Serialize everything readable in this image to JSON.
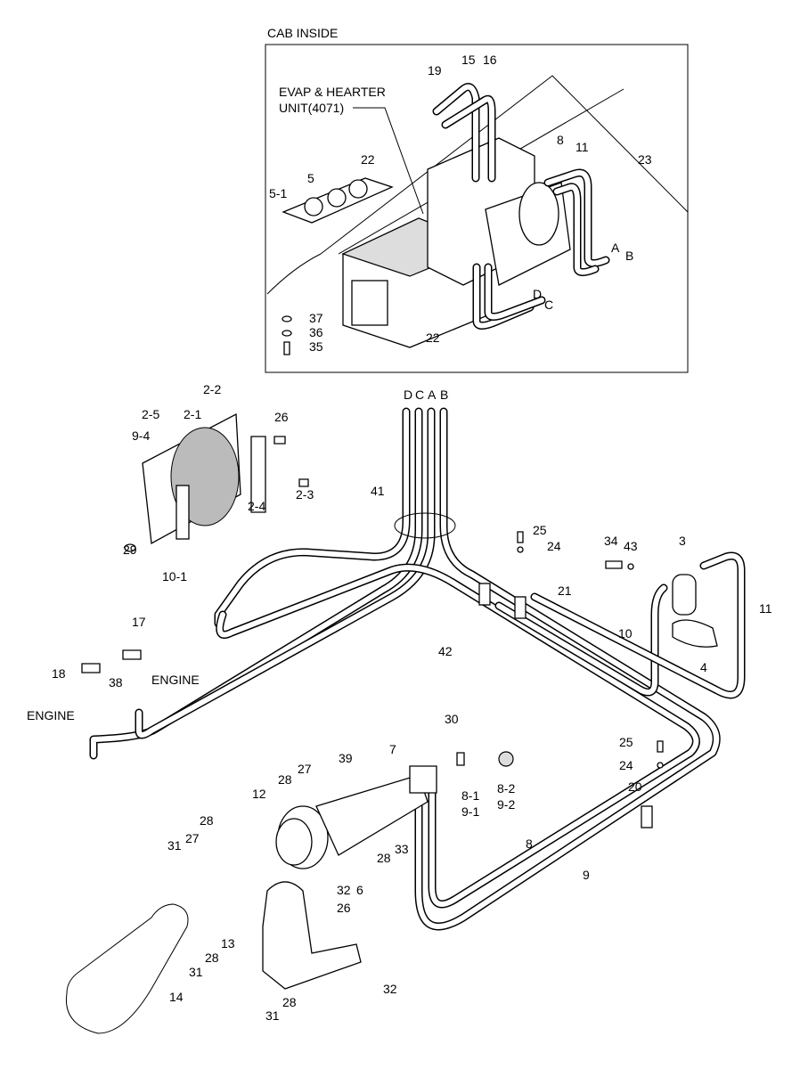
{
  "title": "CAB INSIDE",
  "evap_unit": {
    "line1": "EVAP & HEARTER",
    "line2": "UNIT(4071)"
  },
  "tube_labels": [
    "D",
    "C",
    "A",
    "B"
  ],
  "engine_labels": [
    "ENGINE",
    "ENGINE"
  ],
  "callouts": [
    "19",
    "15",
    "16",
    "22",
    "8",
    "11",
    "23",
    "5",
    "5-1",
    "A",
    "B",
    "D",
    "C",
    "37",
    "36",
    "35",
    "22",
    "2-2",
    "2-1",
    "2-5",
    "26",
    "9-4",
    "2-3",
    "2-4",
    "41",
    "25",
    "24",
    "34",
    "43",
    "3",
    "29",
    "10-1",
    "21",
    "11",
    "10",
    "42",
    "4",
    "17",
    "18",
    "38",
    "30",
    "7",
    "39",
    "27",
    "28",
    "8-2",
    "9-2",
    "8-1",
    "9-1",
    "25",
    "24",
    "20",
    "12",
    "28",
    "27",
    "31",
    "33",
    "28",
    "6",
    "32",
    "8",
    "9",
    "26",
    "13",
    "28",
    "31",
    "32",
    "14",
    "28",
    "31"
  ]
}
